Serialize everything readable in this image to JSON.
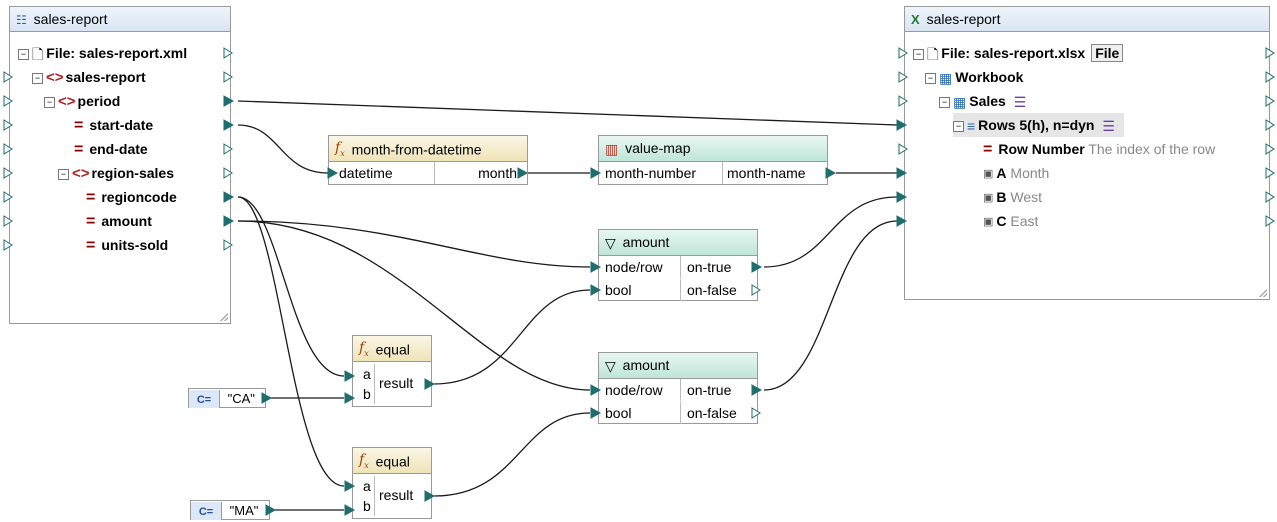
{
  "source": {
    "title": "sales-report",
    "file": "File: sales-report.xml",
    "items": [
      "sales-report",
      "period",
      "start-date",
      "end-date",
      "region-sales",
      "regioncode",
      "amount",
      "units-sold"
    ]
  },
  "target": {
    "title": "sales-report",
    "file": "File: sales-report.xlsx",
    "file_button": "File",
    "workbook": "Workbook",
    "sheet": "Sales",
    "rows": "Rows 5(h), n=dyn",
    "row_number": "Row Number",
    "row_number_desc": "The index of the row",
    "columns": [
      {
        "letter": "A",
        "name": "Month"
      },
      {
        "letter": "B",
        "name": "West"
      },
      {
        "letter": "C",
        "name": "East"
      }
    ]
  },
  "month_fn": {
    "title": "month-from-datetime",
    "in": "datetime",
    "out": "month"
  },
  "value_map": {
    "title": "value-map",
    "in": "month-number",
    "out": "month-name"
  },
  "filter1": {
    "title": "amount",
    "in1": "node/row",
    "in2": "bool",
    "out1": "on-true",
    "out2": "on-false"
  },
  "filter2": {
    "title": "amount",
    "in1": "node/row",
    "in2": "bool",
    "out1": "on-true",
    "out2": "on-false"
  },
  "equal1": {
    "title": "equal",
    "a": "a",
    "b": "b",
    "out": "result"
  },
  "equal2": {
    "title": "equal",
    "a": "a",
    "b": "b",
    "out": "result"
  },
  "const1": {
    "icon": "C=",
    "value": "\"CA\""
  },
  "const2": {
    "icon": "C=",
    "value": "\"MA\""
  },
  "colors": {
    "wire": "#1a1a1a",
    "port": "#1e6e6e",
    "element_tag": "#b22222",
    "attribute": "#8b0000"
  }
}
